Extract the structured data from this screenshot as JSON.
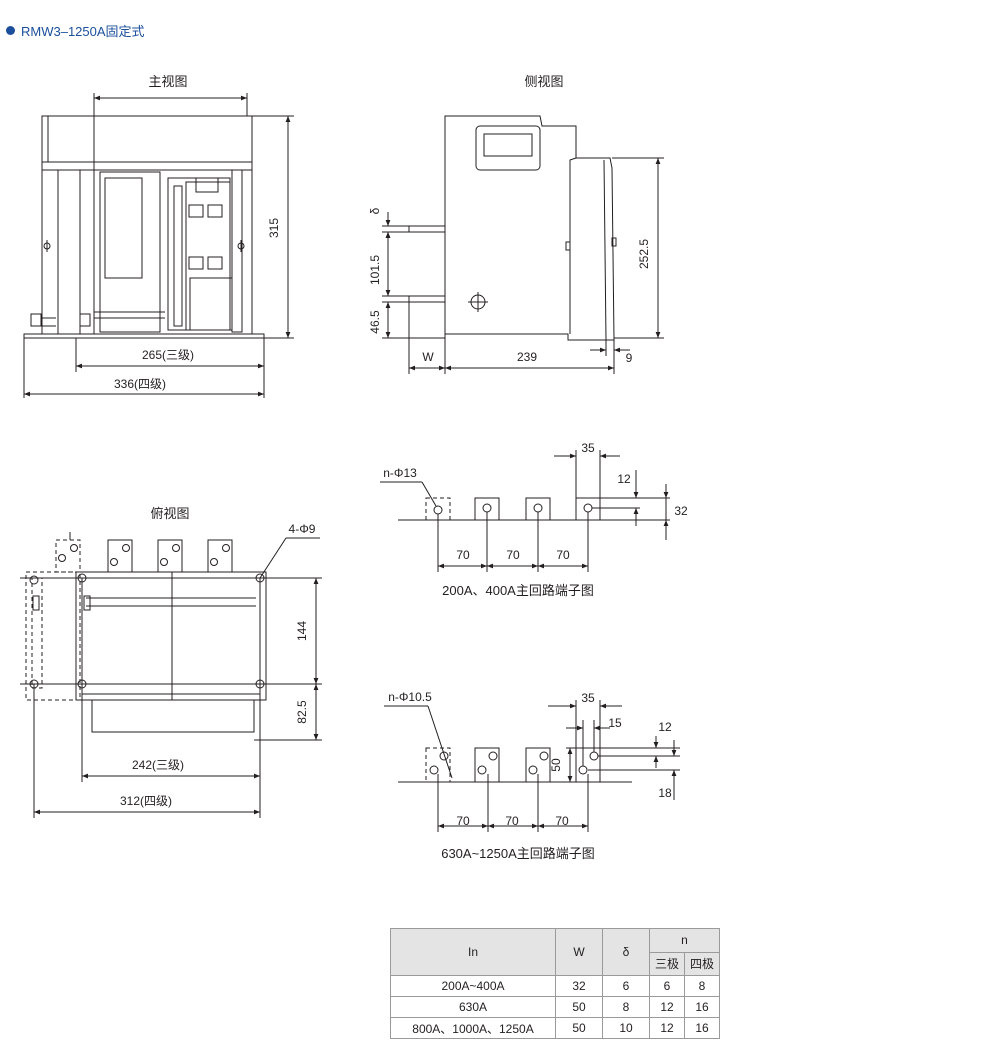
{
  "header": {
    "title": "RMW3–1250A固定式"
  },
  "views": {
    "front": {
      "title": "主视图",
      "dim_height": "315",
      "dim_width3": "265(三级)",
      "dim_width4": "336(四级)"
    },
    "side": {
      "title": "侧视图",
      "dim_delta": "δ",
      "dim_1015": "101.5",
      "dim_465": "46.5",
      "dim_2525": "252.5",
      "dim_w": "W",
      "dim_239": "239",
      "dim_9": "9"
    },
    "top": {
      "title": "俯视图",
      "hole_label": "4-Φ9",
      "dim_144": "144",
      "dim_825": "82.5",
      "dim_width3": "242(三级)",
      "dim_width4": "312(四级)"
    },
    "terminal_small": {
      "hole_label": "n-Φ13",
      "dim_35": "35",
      "dim_12": "12",
      "dim_32": "32",
      "pitch": [
        "70",
        "70",
        "70"
      ],
      "caption": "200A、400A主回路端子图"
    },
    "terminal_large": {
      "hole_label": "n-Φ10.5",
      "dim_35": "35",
      "dim_15": "15",
      "dim_12": "12",
      "dim_50": "50",
      "dim_18": "18",
      "pitch": [
        "70",
        "70",
        "70"
      ],
      "caption": "630A~1250A主回路端子图"
    }
  },
  "table": {
    "headers": {
      "in": "In",
      "w": "W",
      "delta": "δ",
      "n": "n",
      "n3": "三极",
      "n4": "四极"
    },
    "rows": [
      {
        "in": "200A~400A",
        "w": "32",
        "delta": "6",
        "n3": "6",
        "n4": "8"
      },
      {
        "in": "630A",
        "w": "50",
        "delta": "8",
        "n3": "12",
        "n4": "16"
      },
      {
        "in": "800A、1000A、1250A",
        "w": "50",
        "delta": "10",
        "n3": "12",
        "n4": "16"
      }
    ]
  }
}
